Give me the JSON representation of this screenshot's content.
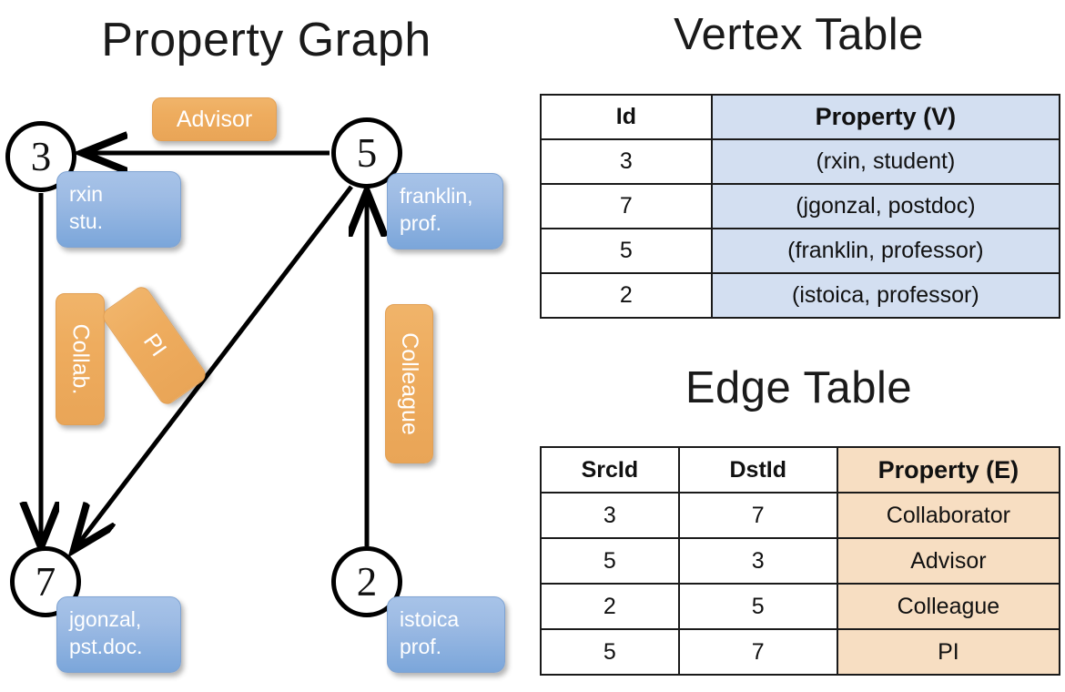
{
  "titles": {
    "graph": "Property Graph",
    "vertex_table": "Vertex Table",
    "edge_table": "Edge Table"
  },
  "colors": {
    "vertex_property_fill": "#d3dff1",
    "edge_property_fill": "#f7dec2",
    "vertex_box_fill": "#9dbbe4",
    "edge_label_fill": "#eeac5e",
    "stroke": "#000000"
  },
  "graph": {
    "nodes": [
      {
        "id": "3",
        "property_lines": [
          "rxin",
          "stu."
        ]
      },
      {
        "id": "5",
        "property_lines": [
          "franklin,",
          "prof."
        ]
      },
      {
        "id": "7",
        "property_lines": [
          "jgonzal,",
          "pst.doc."
        ]
      },
      {
        "id": "2",
        "property_lines": [
          "istoica",
          "prof."
        ]
      }
    ],
    "edge_labels": [
      {
        "name": "advisor-label",
        "text": "Advisor",
        "orientation": "horizontal"
      },
      {
        "name": "collab-label",
        "text": "Collab.",
        "orientation": "vertical"
      },
      {
        "name": "pi-label",
        "text": "PI",
        "orientation": "diagonal"
      },
      {
        "name": "colleague-label",
        "text": "Colleague",
        "orientation": "vertical"
      }
    ],
    "edges": [
      {
        "src": "5",
        "dst": "3",
        "label": "Advisor"
      },
      {
        "src": "3",
        "dst": "7",
        "label": "Collab."
      },
      {
        "src": "5",
        "dst": "7",
        "label": "PI"
      },
      {
        "src": "2",
        "dst": "5",
        "label": "Colleague"
      }
    ]
  },
  "vertex_table": {
    "headers": [
      "Id",
      "Property (V)"
    ],
    "rows": [
      {
        "id": "3",
        "property": "(rxin, student)"
      },
      {
        "id": "7",
        "property": "(jgonzal, postdoc)"
      },
      {
        "id": "5",
        "property": "(franklin, professor)"
      },
      {
        "id": "2",
        "property": "(istoica, professor)"
      }
    ]
  },
  "edge_table": {
    "headers": [
      "SrcId",
      "DstId",
      "Property (E)"
    ],
    "rows": [
      {
        "src": "3",
        "dst": "7",
        "property": "Collaborator"
      },
      {
        "src": "5",
        "dst": "3",
        "property": "Advisor"
      },
      {
        "src": "2",
        "dst": "5",
        "property": "Colleague"
      },
      {
        "src": "5",
        "dst": "7",
        "property": "PI"
      }
    ]
  }
}
